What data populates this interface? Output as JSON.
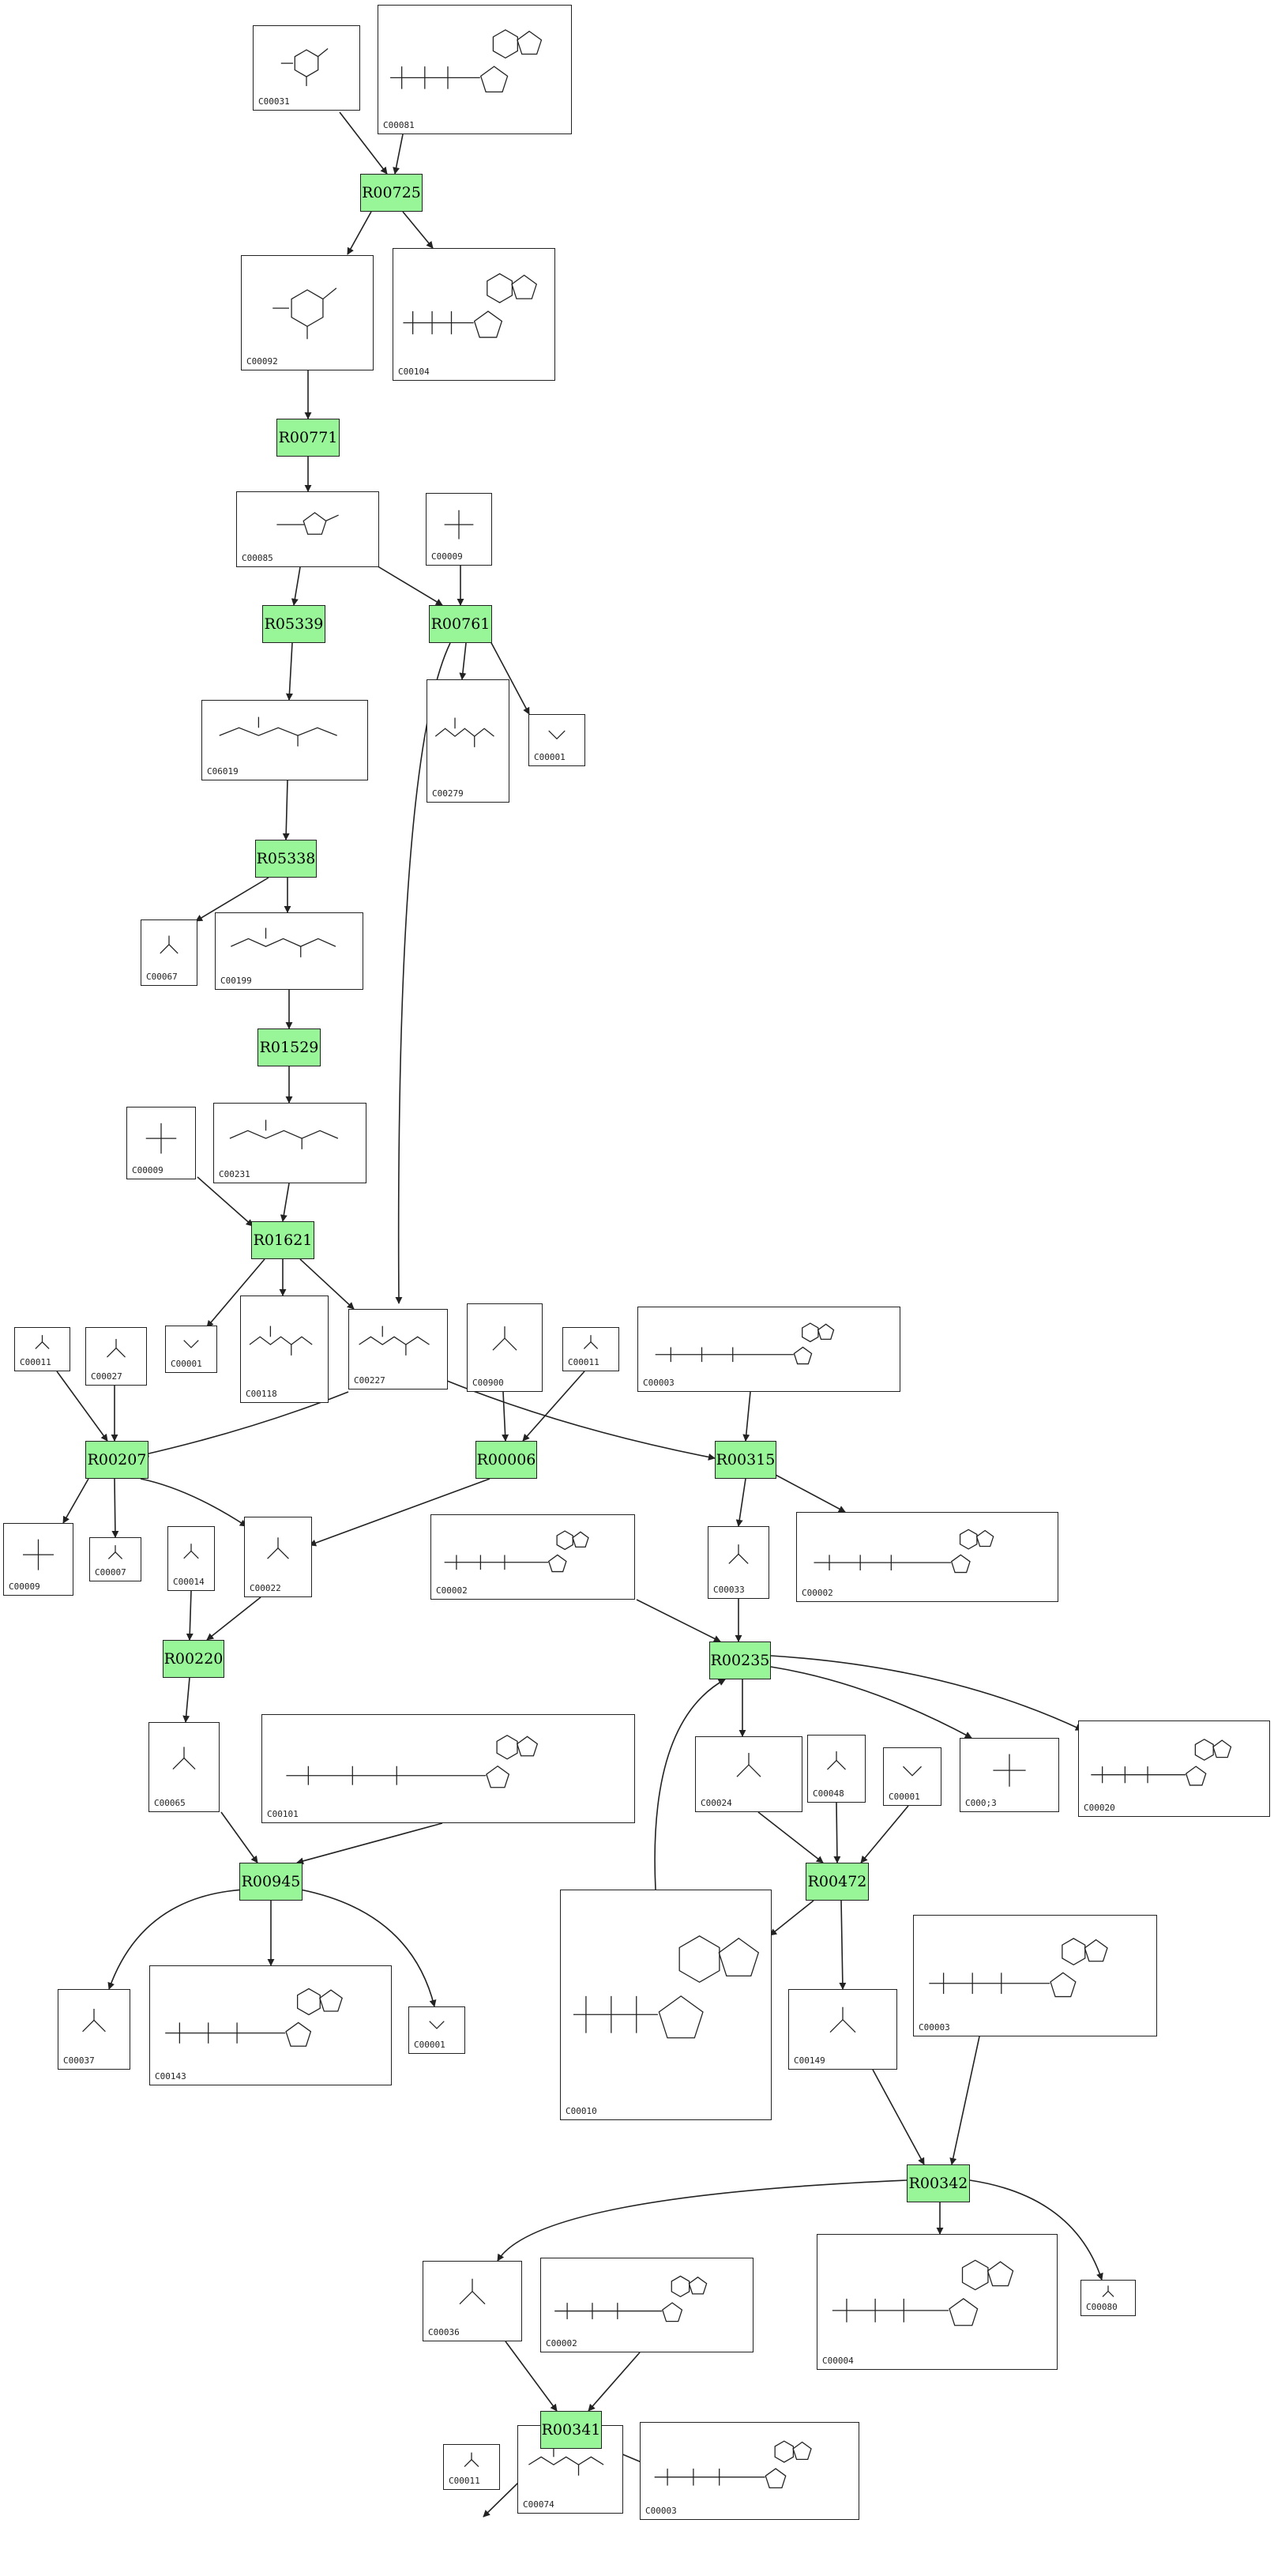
{
  "compounds": [
    {
      "id": "C00031"
    },
    {
      "id": "C00081"
    },
    {
      "id": "C00092"
    },
    {
      "id": "C00104"
    },
    {
      "id": "C00085"
    },
    {
      "id": "C00009"
    },
    {
      "id": "C06019"
    },
    {
      "id": "C00279"
    },
    {
      "id": "C00001"
    },
    {
      "id": "C00067"
    },
    {
      "id": "C00199"
    },
    {
      "id": "C00009"
    },
    {
      "id": "C00231"
    },
    {
      "id": "C00011"
    },
    {
      "id": "C00027"
    },
    {
      "id": "C00001"
    },
    {
      "id": "C00118"
    },
    {
      "id": "C00227"
    },
    {
      "id": "C00900"
    },
    {
      "id": "C00011"
    },
    {
      "id": "C00003"
    },
    {
      "id": "C00009"
    },
    {
      "id": "C00007"
    },
    {
      "id": "C00014"
    },
    {
      "id": "C00022"
    },
    {
      "id": "C00002"
    },
    {
      "id": "C00033"
    },
    {
      "id": "C00002"
    },
    {
      "id": "C00065"
    },
    {
      "id": "C00101"
    },
    {
      "id": "C00024"
    },
    {
      "id": "C00048"
    },
    {
      "id": "C00001"
    },
    {
      "id": "C000;3"
    },
    {
      "id": "C00020"
    },
    {
      "id": "C00037"
    },
    {
      "id": "C00143"
    },
    {
      "id": "C00001"
    },
    {
      "id": "C00010"
    },
    {
      "id": "C00149"
    },
    {
      "id": "C00003"
    },
    {
      "id": "C00036"
    },
    {
      "id": "C00002"
    },
    {
      "id": "C00004"
    },
    {
      "id": "C00080"
    },
    {
      "id": "C00011"
    },
    {
      "id": "C00074"
    },
    {
      "id": "C00003"
    }
  ],
  "reactions": [
    {
      "id": "R00725"
    },
    {
      "id": "R00771"
    },
    {
      "id": "R05339"
    },
    {
      "id": "R00761"
    },
    {
      "id": "R05338"
    },
    {
      "id": "R01529"
    },
    {
      "id": "R01621"
    },
    {
      "id": "R00207"
    },
    {
      "id": "R00006"
    },
    {
      "id": "R00315"
    },
    {
      "id": "R00220"
    },
    {
      "id": "R00235"
    },
    {
      "id": "R00945"
    },
    {
      "id": "R00472"
    },
    {
      "id": "R00342"
    },
    {
      "id": "R00341"
    }
  ],
  "colors": {
    "reaction_fill": "#98f598",
    "line": "#222222"
  }
}
